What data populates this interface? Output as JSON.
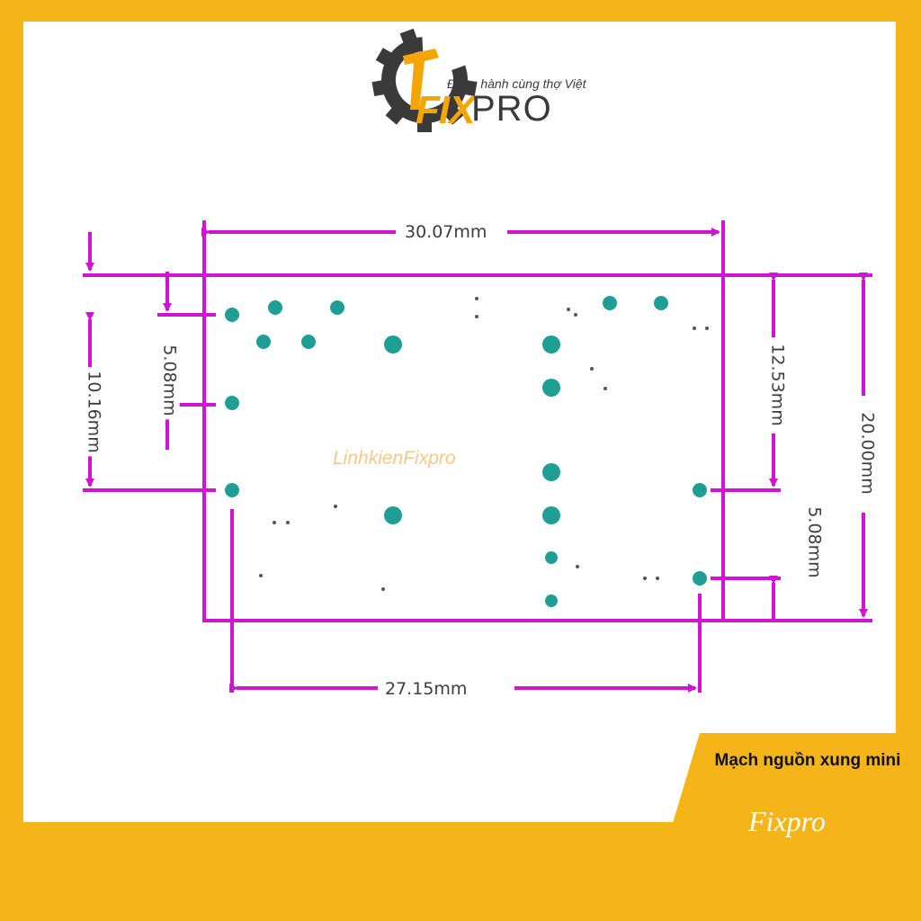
{
  "logo": {
    "tagline": "Đồng hành cùng thợ Việt",
    "brand_fix": "FIX",
    "brand_pro": "PRO"
  },
  "drawing": {
    "watermark": "LinhkienFixpro",
    "dimensions": {
      "top_width": "30.07mm",
      "bottom_width": "27.15mm",
      "left_outer": "10.16mm",
      "left_inner": "5.08mm",
      "right_upper": "12.53mm",
      "right_lower": "5.08mm",
      "right_total": "20.00mm"
    },
    "colors": {
      "dimension_lines": "#D313D3",
      "pads": "#1F9E96",
      "outline": "#D313D3"
    }
  },
  "badge": {
    "title": "Mạch nguồn xung mini",
    "brand": "Fixpro"
  }
}
